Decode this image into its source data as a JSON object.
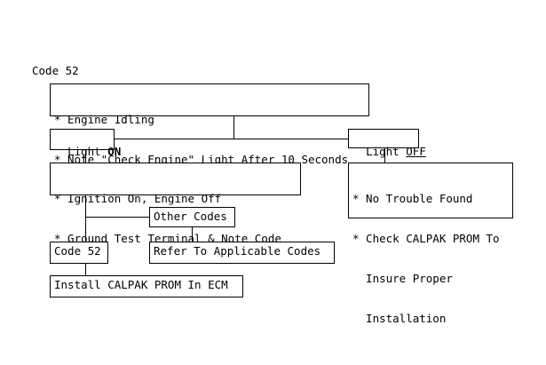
{
  "title": "Code 52",
  "boxes": {
    "engine_idling": {
      "line1": "* Engine Idling",
      "line2": "* Note \"Check Engine\" Light After 10 Seconds"
    },
    "light_on": {
      "prefix": "Light ",
      "state": "ON"
    },
    "light_off": {
      "prefix": "Light ",
      "state": "OFF"
    },
    "ignition": {
      "line1": "* Ignition On, Engine Off",
      "line2": "* Ground Test Terminal & Note Code"
    },
    "no_trouble": {
      "line1": "* No Trouble Found",
      "line2": "* Check CALPAK PROM To",
      "line3": "  Insure Proper",
      "line4": "  Installation"
    },
    "other_codes": "Other Codes",
    "code52": "Code 52",
    "refer": "Refer To Applicable Codes",
    "install": "Install CALPAK PROM In ECM"
  }
}
